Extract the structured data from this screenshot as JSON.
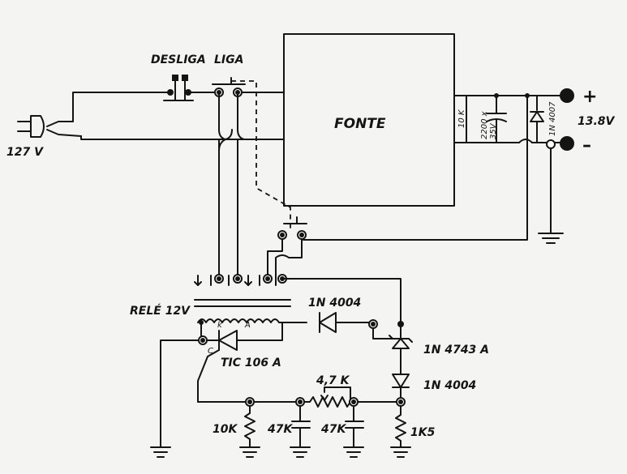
{
  "labels": {
    "desliga": "DESLIGA",
    "liga": "LIGA",
    "fonte": "FONTE",
    "mains": "127 V",
    "cap_a": "10 K",
    "cap_b": "2200 x",
    "cap_c": "35V",
    "out_diode": "1N 4007",
    "plus": "+",
    "voltage": "13.8V",
    "minus": "–",
    "relay": "RELÉ 12V",
    "diode_top": "1N 4004",
    "zener": "1N 4743 A",
    "diode_bottom": "1N 4004",
    "scr": "TIC 106 A",
    "scr_k": "k",
    "scr_a": "A",
    "scr_g": "C",
    "pot": "4,7 K",
    "r1": "10K",
    "c1": "47K",
    "c2": "47K",
    "r2": "1K5"
  }
}
